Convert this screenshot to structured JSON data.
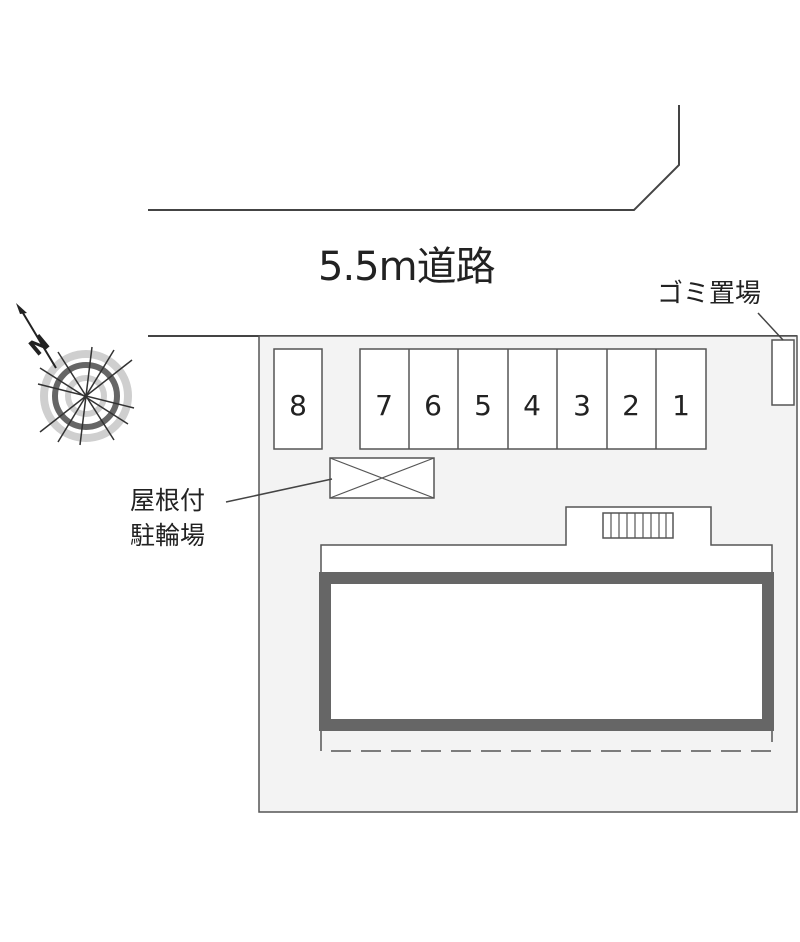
{
  "road": {
    "label": "5.5m道路"
  },
  "garbage": {
    "label": "ゴミ置場"
  },
  "bike_parking": {
    "line1": "屋根付",
    "line2": "駐輪場"
  },
  "parking_spaces": [
    "1",
    "2",
    "3",
    "4",
    "5",
    "6",
    "7",
    "8"
  ],
  "compass": {
    "north_label": "N"
  },
  "colors": {
    "lot_fill": "#f3f3f3",
    "line": "#555555",
    "building_wall": "#666666"
  }
}
